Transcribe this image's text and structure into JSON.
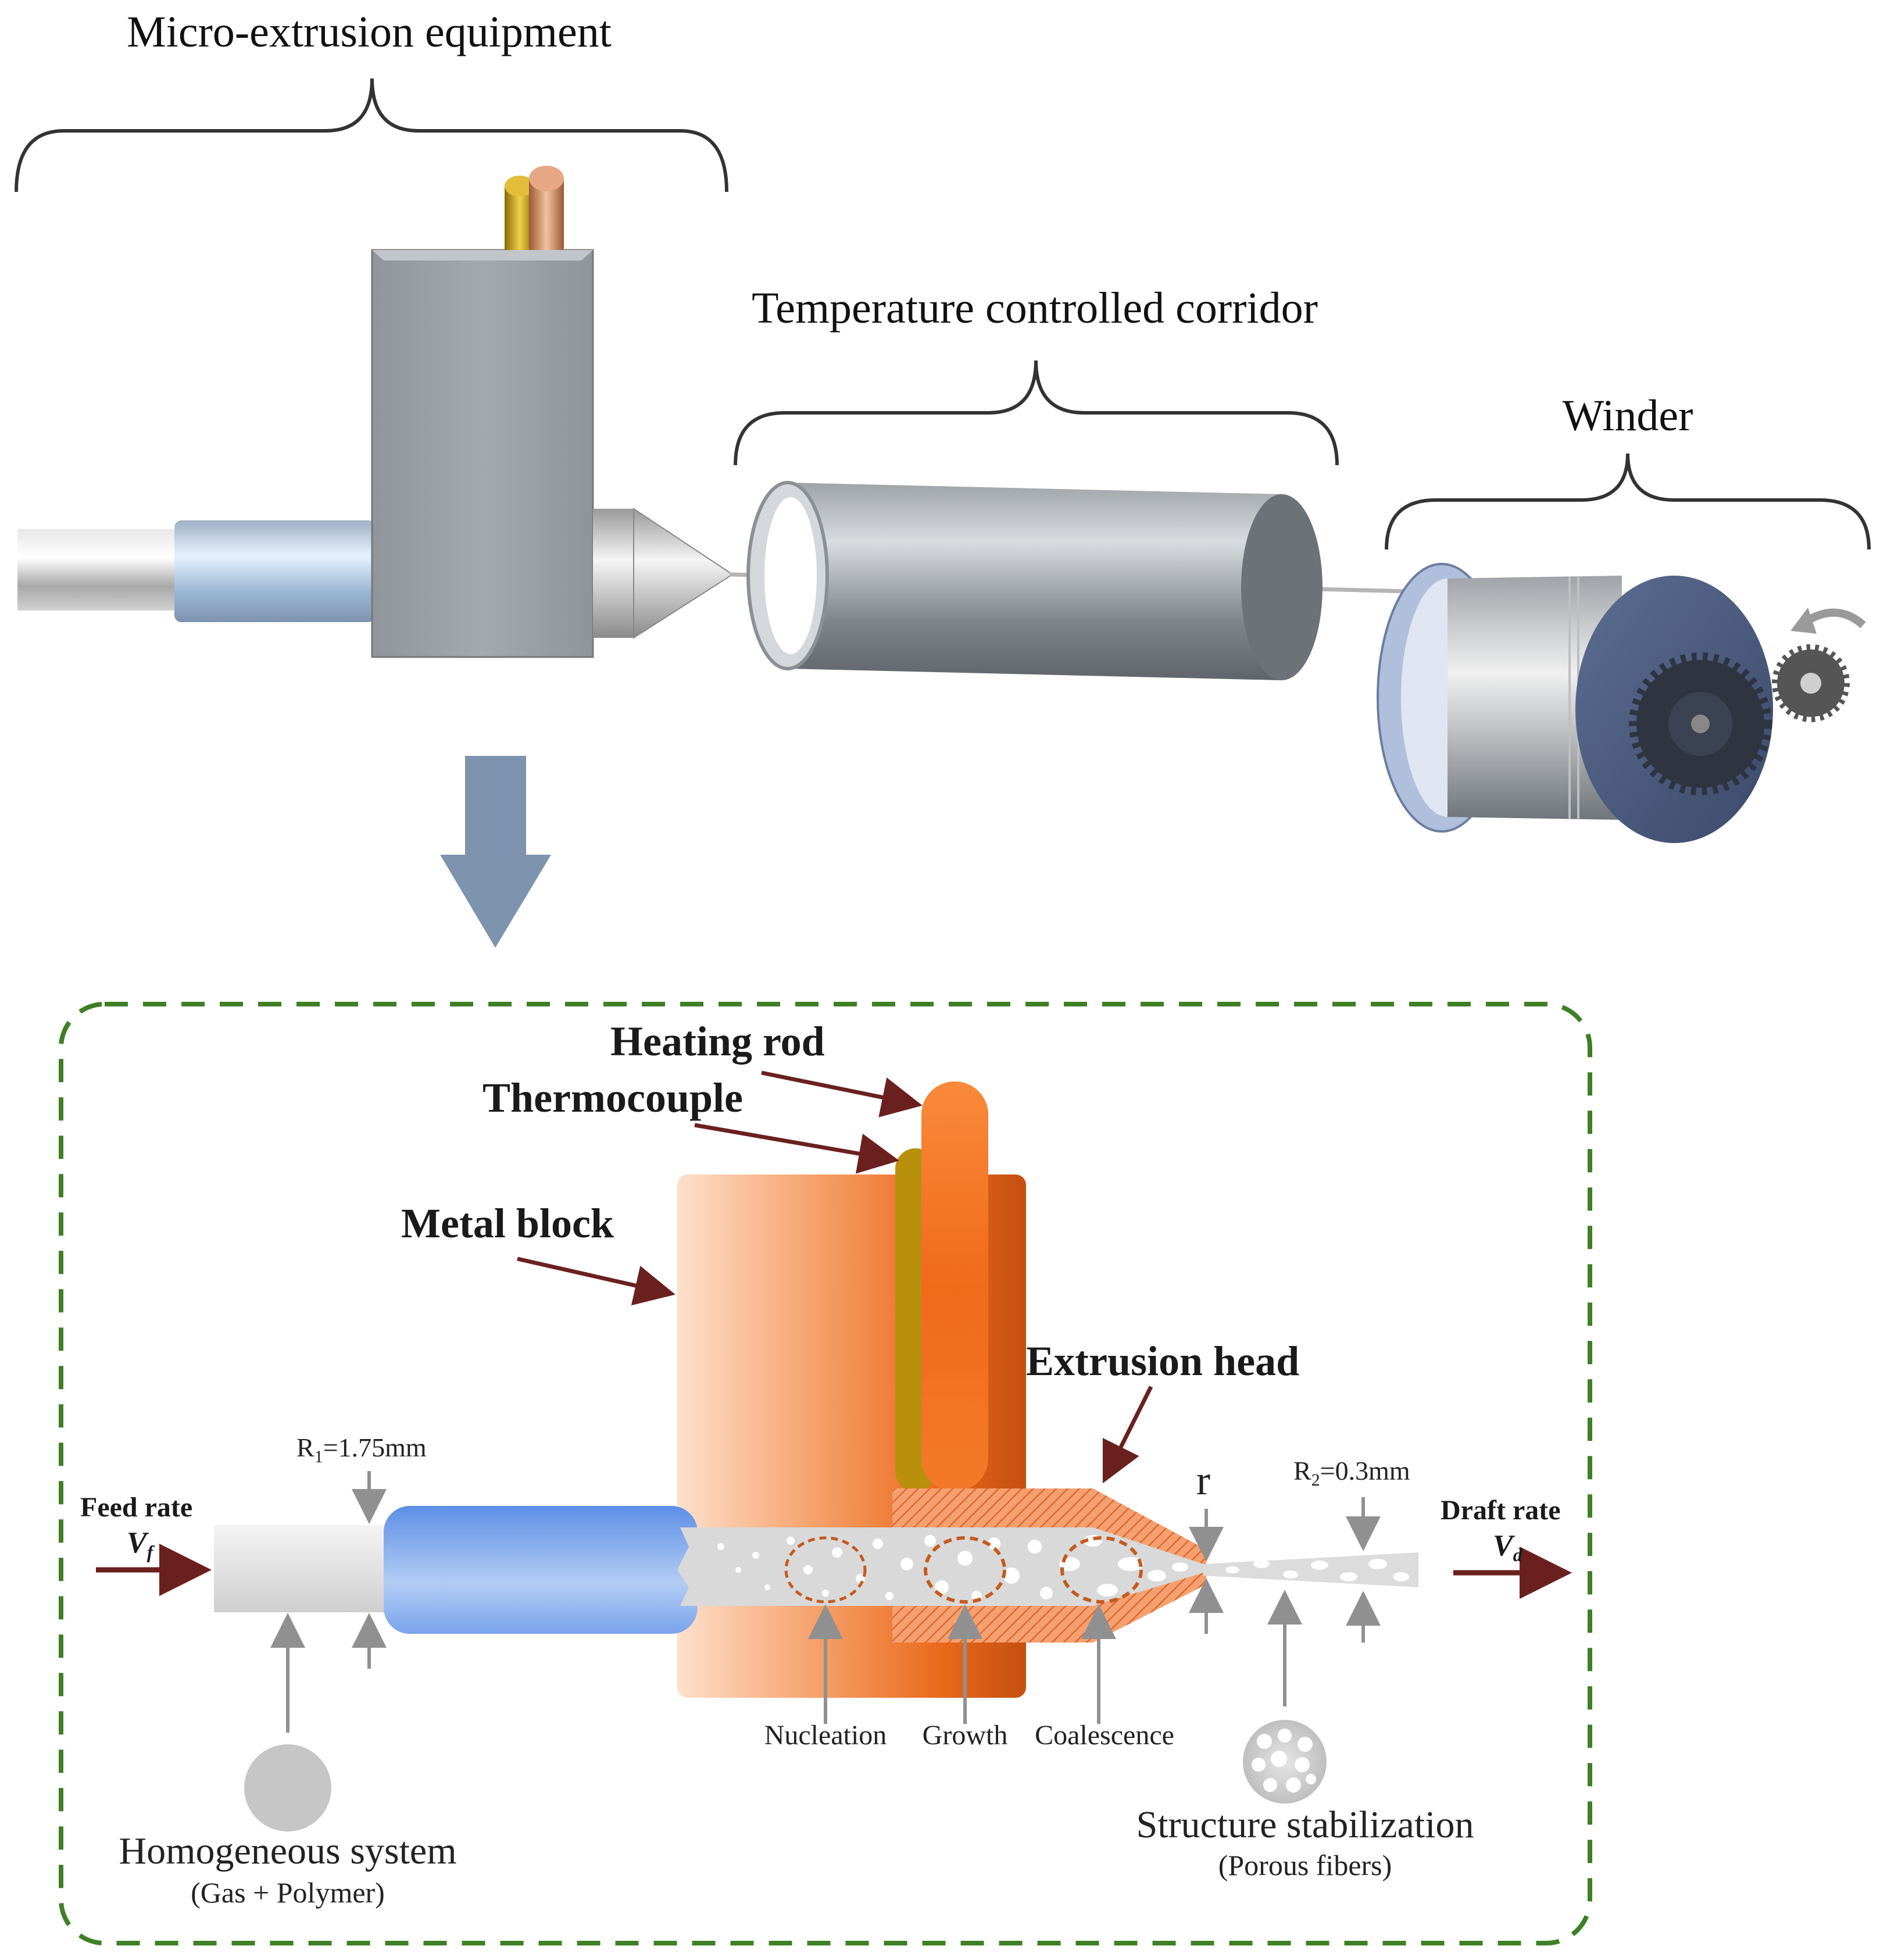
{
  "top_labels": {
    "micro_extrusion": "Micro-extrusion equipment",
    "corridor": "Temperature controlled corridor",
    "winder": "Winder"
  },
  "detail_labels": {
    "heating_rod": "Heating rod",
    "thermocouple": "Thermocouple",
    "metal_block": "Metal block",
    "extrusion_head": "Extrusion head",
    "r1_prefix": "R",
    "r1_sub": "1",
    "r1_value": "=1.75mm",
    "r2_prefix": "R",
    "r2_sub": "2",
    "r2_value": "=0.3mm",
    "r": "r",
    "feed_rate": "Feed rate",
    "feed_var": "V",
    "feed_sub": "f",
    "draft_rate": "Draft rate",
    "draft_var": "V",
    "draft_sub": "d",
    "nucleation": "Nucleation",
    "growth": "Growth",
    "coalescence": "Coalescence",
    "homogeneous": "Homogeneous  system",
    "gas_polymer": "(Gas + Polymer)",
    "structure": "Structure stabilization",
    "porous": "(Porous fibers)"
  },
  "colors": {
    "metal_block_light": "#fcd2b4",
    "metal_block_dark": "#c44f10",
    "heating_rod": "#f06a1a",
    "thermocouple": "#b8900c",
    "feed_tube": "#6f9fe8",
    "pointer_arrow": "#6b2020",
    "dashed_frame": "#3f7f25",
    "down_arrow": "#7e93ad"
  }
}
